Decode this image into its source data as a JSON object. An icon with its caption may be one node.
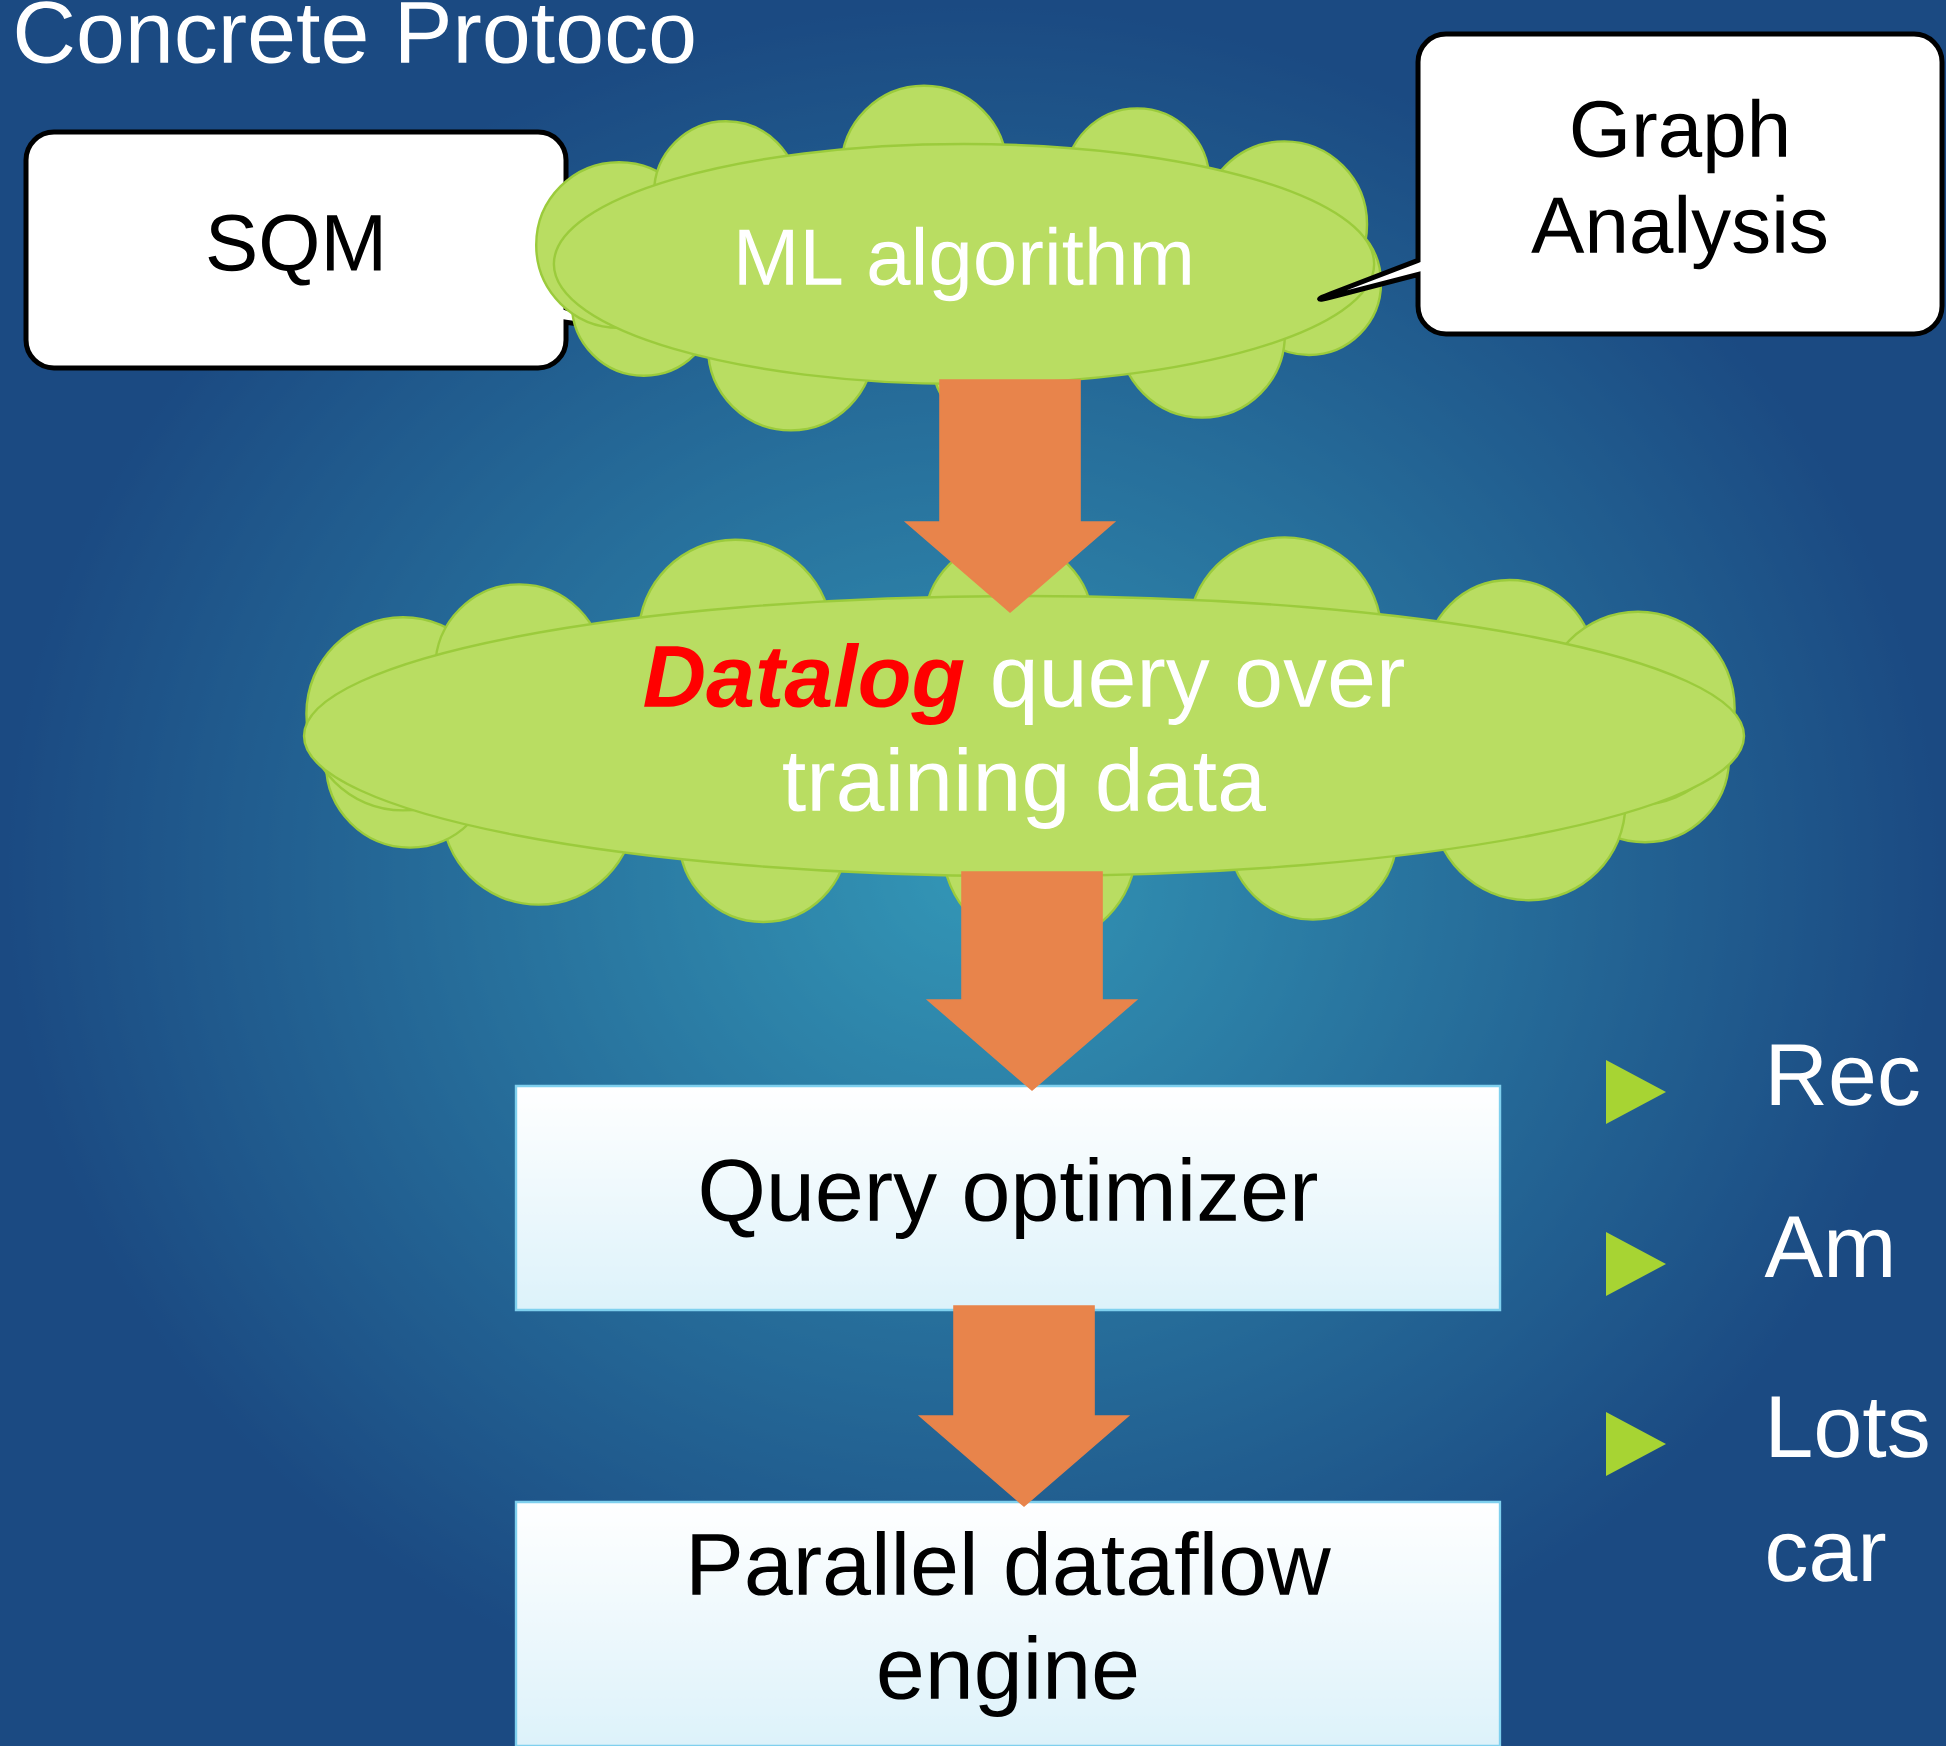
{
  "diagram": {
    "title": "Concrete Protoco",
    "nodes": [
      {
        "text": [
          "SQM"
        ]
      },
      {
        "text": [
          "ML algorithm"
        ]
      },
      {
        "text": [
          "Graph Analysis"
        ]
      },
      {
        "text": [
          "Datalog",
          "query over training data"
        ]
      },
      {
        "text": [
          "Query optimizer"
        ]
      },
      {
        "text": [
          "Parallel dataflow engine"
        ]
      }
    ],
    "edges": [
      {
        "from": 1,
        "to": 3,
        "arrow": "to"
      },
      {
        "from": 3,
        "to": 4,
        "arrow": "to"
      },
      {
        "from": 4,
        "to": 5,
        "arrow": "to"
      }
    ],
    "labels": [
      "Rec",
      "Am",
      "Lots car"
    ]
  }
}
